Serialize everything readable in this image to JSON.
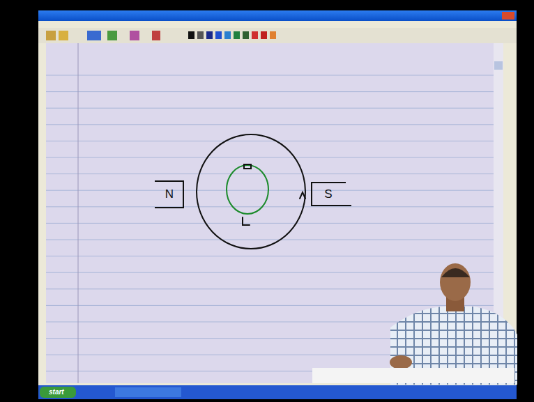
{
  "diagram": {
    "nodes": [
      {
        "text": [
          "N"
        ]
      },
      {
        "text": [
          "S"
        ]
      }
    ],
    "labels": [
      "start"
    ]
  }
}
